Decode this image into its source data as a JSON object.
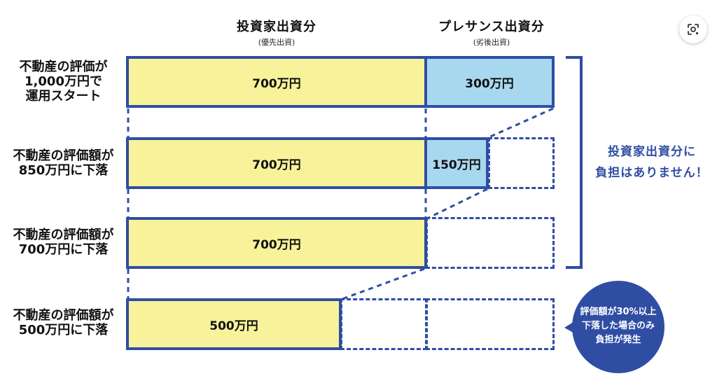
{
  "headers": {
    "investor": {
      "title": "投資家出資分",
      "sub": "(優先出資)"
    },
    "presence": {
      "title": "プレサンス出資分",
      "sub": "(劣後出資)"
    }
  },
  "rows": [
    {
      "label": "不動産の評価が\n1,000万円で\n運用スタート",
      "investor": "700万円",
      "presence": "300万円"
    },
    {
      "label": "不動産の評価額が\n850万円に下落",
      "investor": "700万円",
      "presence": "150万円"
    },
    {
      "label": "不動産の評価額が\n700万円に下落",
      "investor": "700万円",
      "presence": ""
    },
    {
      "label": "不動産の評価額が\n500万円に下落",
      "investor": "500万円",
      "presence": ""
    }
  ],
  "note": "投資家出資分に\n負担はありません！",
  "bubble": "評価額が30%以上\n下落した場合のみ\n負担が発生",
  "colors": {
    "border": "#2f4ea3",
    "investor_fill": "#f8f29a",
    "presence_fill": "#a8d8ef",
    "bubble_fill": "#2f4ea3"
  },
  "icons": {
    "lens": "lens-scan-icon"
  }
}
